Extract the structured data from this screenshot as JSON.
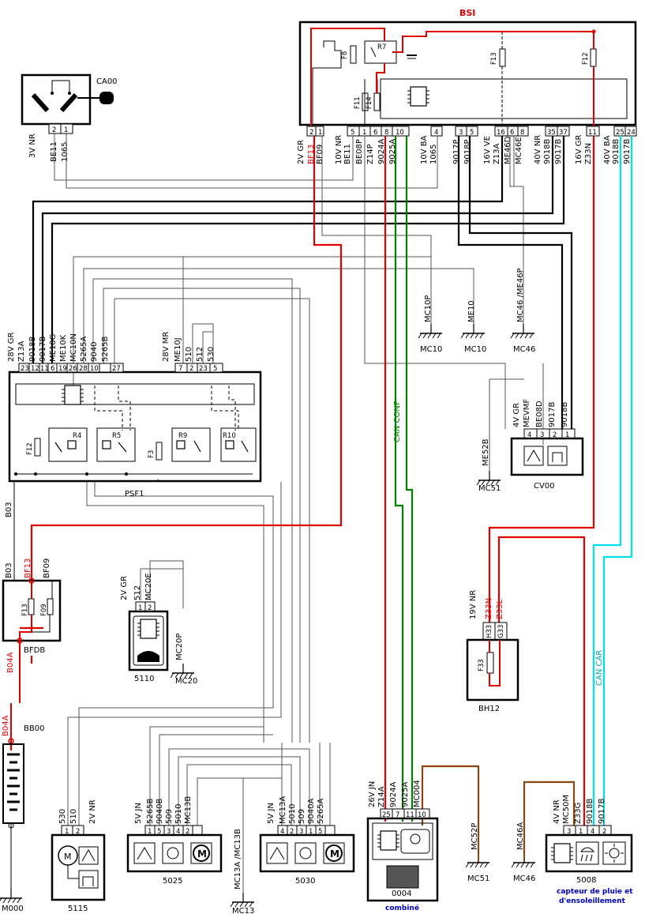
{
  "modules": {
    "bsi": "BSI",
    "ca00": "CA00",
    "psf1": "PSF1",
    "bfdb": "BFDB",
    "bb00": "BB00",
    "cv00": "CV00",
    "bh12": "BH12",
    "m5110": "5110",
    "m5115": "5115",
    "m5025": "5025",
    "m5030": "5030",
    "m0004": "0004",
    "m0004_caption": "combiné",
    "m5008": "5008",
    "m5008_caption1": "capteur de pluie et",
    "m5008_caption2": "d'ensoleillement"
  },
  "grounds": {
    "mc10a": "MC10",
    "mc10a_wire": "MC10P",
    "mc10b": "MC10",
    "mc10b_wire": "ME10",
    "mc46a": "MC46",
    "mc46a_wire": "MC46 /ME46P",
    "mc51a": "MC51",
    "mc51a_wire": "ME52B",
    "mc20": "MC20",
    "mc20_wire": "MC20P",
    "m000": "M000",
    "mc13": "MC13",
    "mc13_wire": "MC13A /MC13B",
    "mc51b": "MC51",
    "mc51b_wire": "MC52P",
    "mc46b": "MC46",
    "mc46b_wire": "MC46A"
  },
  "buses": {
    "can_conf": "CAN CONF",
    "can_car": "CAN CAR"
  },
  "components": {
    "f8": "F8",
    "r7": "R7",
    "f11": "F11",
    "f14": "F14",
    "f13": "F13",
    "f12": "F12",
    "psf_f12": "F12",
    "r4": "R4",
    "r5": "R5",
    "f3": "F3",
    "r9": "R9",
    "r10": "R10",
    "bfdb_f13": "F13",
    "bfdb_f09": "F09",
    "bh12_f33": "F33"
  },
  "connectors": {
    "ca00": {
      "header": "3V NR",
      "pins": [
        "2",
        "1"
      ],
      "wires": [
        "BE11",
        "1065"
      ]
    },
    "bsi_a": {
      "header": "2V GR",
      "pins": [
        "2",
        "1"
      ],
      "wires": [
        "BF13",
        "BF09"
      ]
    },
    "bsi_b": {
      "header": "10V NR",
      "pins": [
        "5",
        "1",
        "6",
        "8",
        "10"
      ],
      "wires": [
        "BE11",
        "BE08P",
        "Z14P",
        "9024A",
        "9025A"
      ]
    },
    "bsi_c": {
      "header": "10V BA",
      "pins": [
        "4"
      ],
      "wires": [
        "1065"
      ]
    },
    "bsi_d": {
      "pins": [
        "3",
        "5"
      ],
      "wires": [
        "9017P",
        "9018P"
      ]
    },
    "bsi_e": {
      "header": "16V VE",
      "pins": [
        "16",
        "6",
        "8"
      ],
      "wires": [
        "Z13A",
        "ME46D",
        "MC46E"
      ]
    },
    "bsi_f": {
      "header": "40V NR",
      "pins": [
        "35",
        "37"
      ],
      "wires": [
        "9018B",
        "9017B"
      ]
    },
    "bsi_g": {
      "header": "16V GR",
      "pins": [
        "11"
      ],
      "wires": [
        "Z33N"
      ]
    },
    "bsi_h": {
      "header": "40V BA",
      "pins": [
        "25",
        "24"
      ],
      "wires": [
        "9018B",
        "9017B"
      ]
    },
    "psf_a": {
      "header": "28V GR",
      "pins": [
        "23",
        "12",
        "11",
        "6",
        "19",
        "26",
        "28",
        "10",
        "27"
      ],
      "wires": [
        "Z13A",
        "9018B",
        "9017B",
        "ME10G",
        "ME10K",
        "MC10N",
        "5265A",
        "9040",
        "5265B"
      ]
    },
    "psf_b": {
      "header": "28V MR",
      "pins": [
        "7",
        "2",
        "23",
        "5"
      ],
      "wires": [
        "ME10J",
        "510",
        "512",
        "530"
      ]
    },
    "cv00": {
      "header": "4V GR",
      "pins": [
        "4",
        "3",
        "2",
        "1"
      ],
      "wires": [
        "MEVMF",
        "BE08D",
        "9017B",
        "9018B"
      ]
    },
    "bfdb_in": {
      "wires": [
        "B03",
        "BF13",
        "BF09"
      ]
    },
    "bfdb_out": {
      "wires": [
        "B04A"
      ]
    },
    "bb00": {
      "wires": [
        "B04A"
      ]
    },
    "psf_out": {
      "wires": [
        "B03"
      ]
    },
    "bh12": {
      "header": "19V NR",
      "pins": [
        "H33",
        "G33"
      ],
      "wires": [
        "Z33N",
        "Z33L"
      ]
    },
    "c5110": {
      "header": "2V GR",
      "pins": [
        "1",
        "2"
      ],
      "wires": [
        "512",
        "MC20E"
      ]
    },
    "c5115": {
      "header": "2V NR",
      "pins": [
        "1",
        "2"
      ],
      "wires": [
        "530",
        "510"
      ]
    },
    "c5025": {
      "header": "5V JN",
      "pins": [
        "1",
        "5",
        "3",
        "4",
        "2"
      ],
      "wires": [
        "5265B",
        "9040B",
        "509",
        "5010",
        "MC13B"
      ]
    },
    "c5030": {
      "header": "5V JN",
      "pins": [
        "4",
        "2",
        "3",
        "1",
        "5"
      ],
      "wires": [
        "MC13A",
        "5010",
        "509",
        "9040A",
        "5265A"
      ]
    },
    "c0004": {
      "header": "26V JN",
      "pins": [
        "25",
        "7",
        "11",
        "10"
      ],
      "wires": [
        "Z14A",
        "9024A",
        "9025A",
        "MC004"
      ]
    },
    "c5008": {
      "header": "4V NR",
      "pins": [
        "3",
        "1",
        "4",
        "2"
      ],
      "wires": [
        "MC50M",
        "Z33G",
        "9018B",
        "9017B"
      ]
    }
  }
}
